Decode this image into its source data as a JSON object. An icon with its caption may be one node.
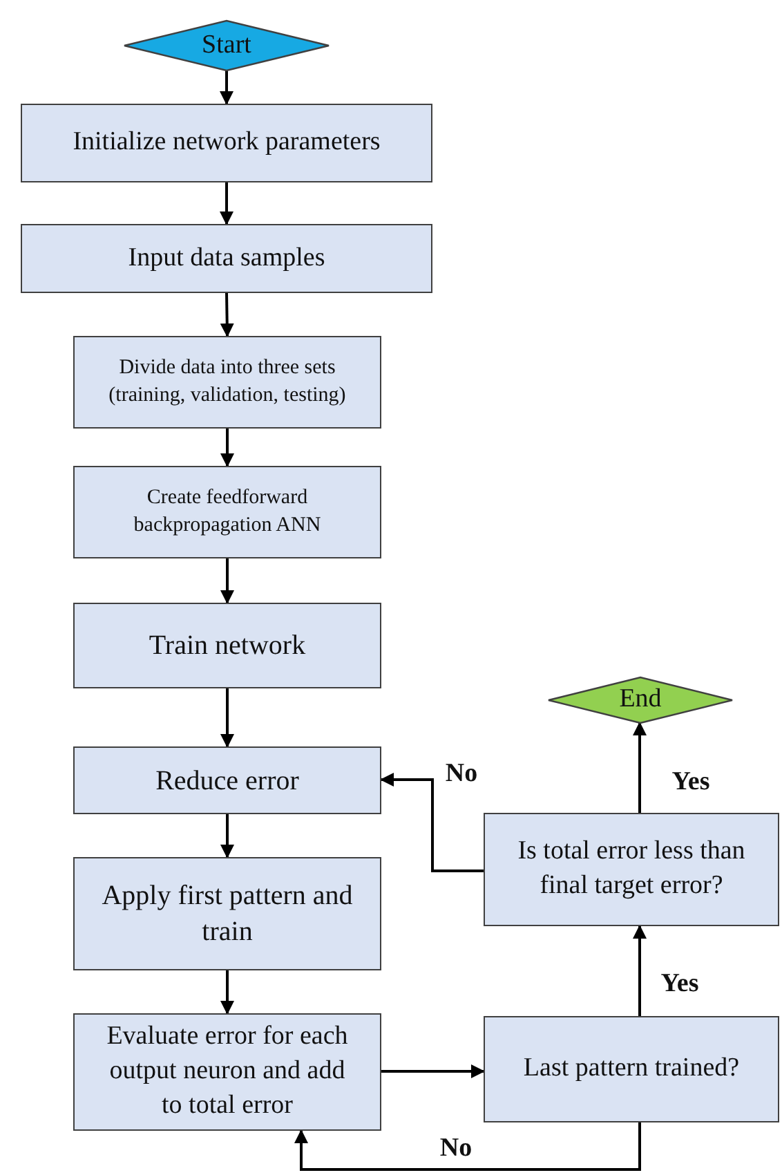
{
  "diagram": {
    "nodes": [
      {
        "text": [
          "Start"
        ]
      },
      {
        "text": [
          "Initialize network parameters"
        ]
      },
      {
        "text": [
          "Input data samples"
        ]
      },
      {
        "text": [
          "Divide data into three sets (training, validation, testing)"
        ]
      },
      {
        "text": [
          "Create feedforward backpropagation ANN"
        ]
      },
      {
        "text": [
          "Train network"
        ]
      },
      {
        "text": [
          "Reduce error"
        ]
      },
      {
        "text": [
          "Apply first pattern and train"
        ]
      },
      {
        "text": [
          "Evaluate error for each output neuron and add to total error"
        ]
      },
      {
        "text": [
          "End"
        ]
      },
      {
        "text": [
          "Is total error less than final target error?"
        ]
      },
      {
        "text": [
          "Last pattern trained?"
        ]
      }
    ],
    "edges": [
      {
        "from": 0,
        "to": 1,
        "arrow": "to"
      },
      {
        "from": 1,
        "to": 2,
        "arrow": "to"
      },
      {
        "from": 2,
        "to": 3,
        "arrow": "to"
      },
      {
        "from": 3,
        "to": 4,
        "arrow": "to"
      },
      {
        "from": 4,
        "to": 5,
        "arrow": "to"
      },
      {
        "from": 5,
        "to": 6,
        "arrow": "to"
      },
      {
        "from": 6,
        "to": 7,
        "arrow": "to"
      },
      {
        "from": 7,
        "to": 8,
        "arrow": "to"
      },
      {
        "from": 8,
        "to": 11,
        "arrow": "to"
      },
      {
        "from": 11,
        "to": 10,
        "label": "Yes",
        "arrow": "to"
      },
      {
        "from": 10,
        "to": 9,
        "label": "Yes",
        "arrow": "to"
      },
      {
        "from": 10,
        "to": 6,
        "label": "No",
        "arrow": "to"
      },
      {
        "from": 11,
        "to": 8,
        "label": "No",
        "arrow": "to"
      }
    ]
  }
}
